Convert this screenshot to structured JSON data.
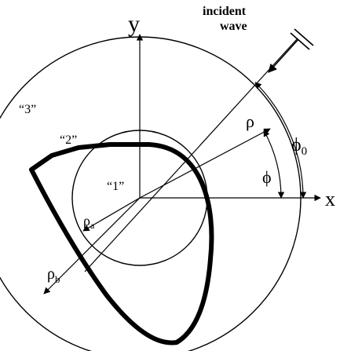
{
  "labels": {
    "axis_y": "y",
    "axis_x": "x",
    "incident_line1": "incident",
    "incident_line2": "wave",
    "region_1": "“1”",
    "region_2": "“2”",
    "region_3": "“3”",
    "rho": "ρ",
    "phi": "ϕ",
    "phi0_symbol": "ϕ",
    "phi0_subscript": "0",
    "rho_a_symbol": "ρ",
    "rho_a_subscript": "a",
    "rho_b_symbol": "ρ",
    "rho_b_subscript": "b"
  },
  "colors": {
    "ink": "#000000",
    "background": "#ffffff"
  }
}
